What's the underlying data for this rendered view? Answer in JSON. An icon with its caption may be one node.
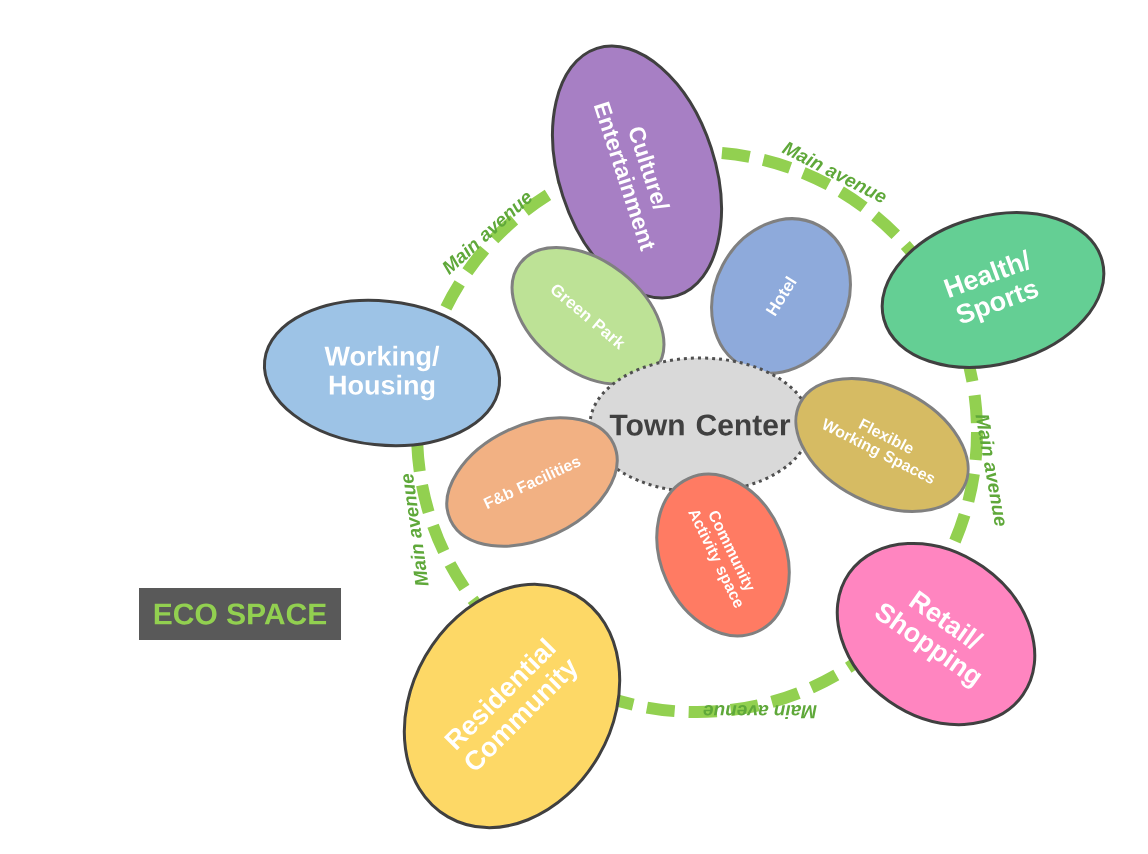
{
  "diagram": {
    "nodes": [
      {
        "text": [
          "Culture/ Entertainment"
        ]
      },
      {
        "text": [
          "Health/ Sports"
        ]
      },
      {
        "text": [
          "Working/ Housing"
        ]
      },
      {
        "text": [
          "Green Park"
        ]
      },
      {
        "text": [
          "Hotel"
        ]
      },
      {
        "text": [
          "Town Center"
        ]
      },
      {
        "text": [
          "Flexible Working Spaces"
        ]
      },
      {
        "text": [
          "F&b Facilities"
        ]
      },
      {
        "text": [
          "Community Activity space"
        ]
      },
      {
        "text": [
          "Retail/ Shopping"
        ]
      },
      {
        "text": [
          "Residential Community"
        ]
      },
      {
        "text": [
          "ECO SPACE"
        ]
      }
    ],
    "labels": [
      "Main avenue",
      "Main avenue",
      "Main avenue",
      "Main avenue",
      "Main avenue"
    ]
  }
}
